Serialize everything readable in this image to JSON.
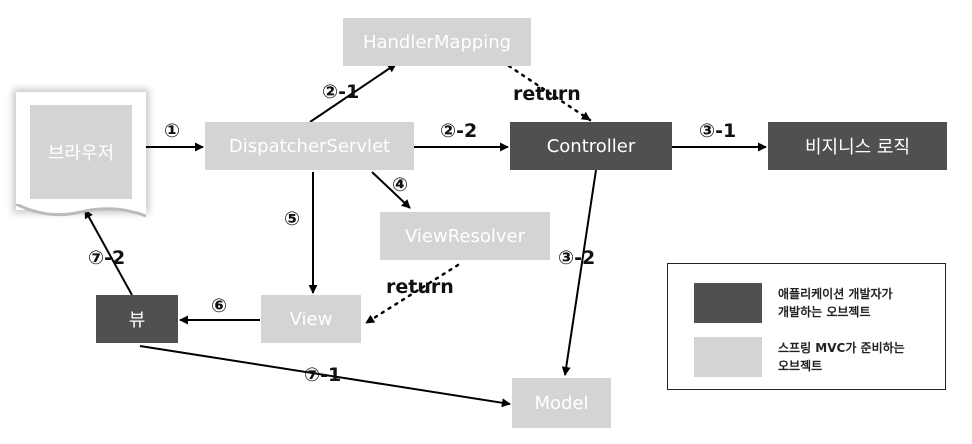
{
  "nodes": {
    "browser": "브라우저",
    "dispatcher_servlet": "DispatcherServlet",
    "handler_mapping": "HandlerMapping",
    "controller": "Controller",
    "business_logic": "비지니스 로직",
    "view_resolver": "ViewResolver",
    "view": "View",
    "view_impl": "뷰",
    "model": "Model"
  },
  "edges": {
    "step1": "①",
    "step2_1": "②-1",
    "step2_2": "②-2",
    "step3_1": "③-1",
    "step3_2": "③-2",
    "step4": "④",
    "step5": "⑤",
    "step6": "⑥",
    "step7_1": "⑦-1",
    "step7_2": "⑦-2",
    "return_handler": "return",
    "return_resolver": "return"
  },
  "legend": {
    "developer_line1": "애플리케이션 개발자가",
    "developer_line2": "개발하는 오브젝트",
    "framework_line1": "스프링 MVC가 준비하는",
    "framework_line2": "오브젝트"
  },
  "colors": {
    "developer_object": "#505050",
    "framework_object": "#d4d4d4",
    "arrow": "#000000"
  }
}
